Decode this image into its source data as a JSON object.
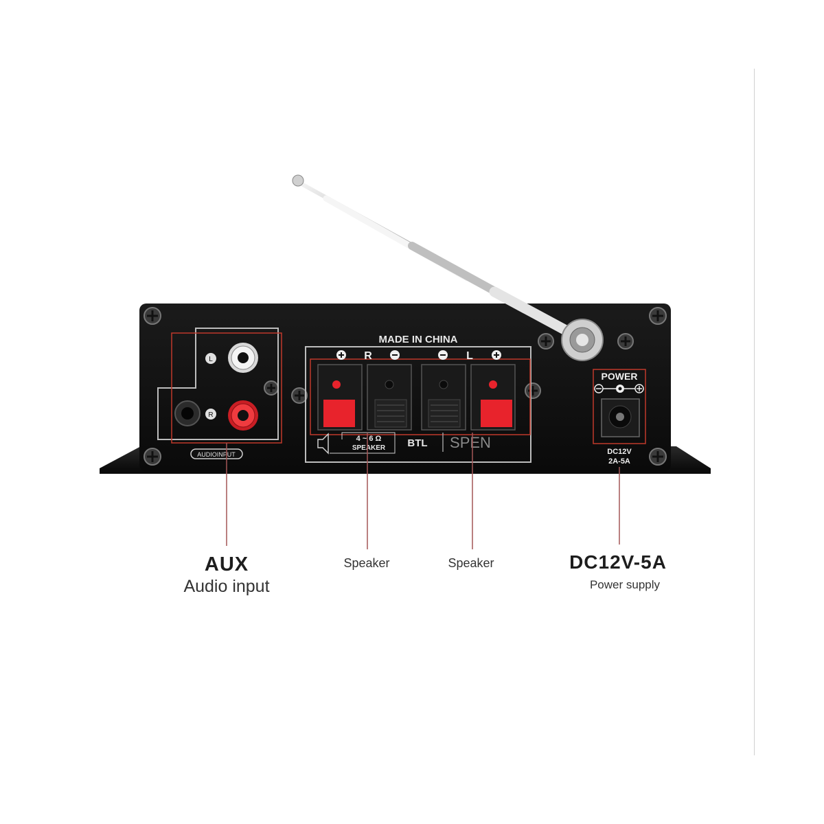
{
  "panel": {
    "made_in": "MADE IN CHINA",
    "r_channel": "R",
    "l_channel": "L",
    "plus_symbol": "+",
    "minus_symbol": "−",
    "audio_input_badge": "AUDIOINPUT",
    "jack_left": "L",
    "jack_right": "R",
    "impedance": "4 ~ 6 Ω",
    "speaker_mark": "SPEAKER",
    "btl": "BTL",
    "spen": "SPEN",
    "power_label": "POWER",
    "power_rating_line1": "DC12V",
    "power_rating_line2": "2A-5A"
  },
  "callouts": {
    "aux_title": "AUX",
    "aux_subtitle": "Audio input",
    "speaker_left": "Speaker",
    "speaker_right": "Speaker",
    "dc_title": "DC12V-5A",
    "dc_subtitle": "Power supply"
  },
  "colors": {
    "callout_line": "#a35656",
    "highlight_box": "#c0392b",
    "panel_body": "#121212",
    "terminal_red": "#e8232c"
  }
}
